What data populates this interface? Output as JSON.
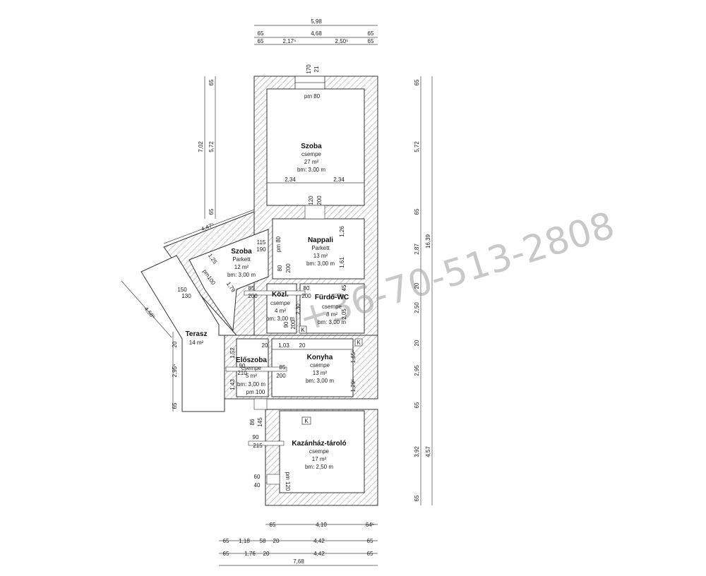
{
  "watermark": "+36-70-513-2808",
  "rooms": {
    "szoba1": {
      "name": "Szoba",
      "floor": "csempe",
      "area": "27 m²",
      "height": "bm: 3,00 m"
    },
    "nappali": {
      "name": "Nappali",
      "floor": "Parkett",
      "area": "13 m²",
      "height": "bm: 3,00 m"
    },
    "szoba2": {
      "name": "Szoba",
      "floor": "Parkett",
      "area": "12 m²",
      "height": "bm: 3,00 m"
    },
    "kozl": {
      "name": "Közl.",
      "floor": "csempe",
      "area": "4 m²",
      "height": "bm: 3,00 m"
    },
    "furdo": {
      "name": "Fürdő-WC",
      "floor": "csempe",
      "area": "8 m²",
      "height": "bm: 3,00 m"
    },
    "terasz": {
      "name": "Terasz",
      "area": "14 m²"
    },
    "eloszoba": {
      "name": "Előszoba",
      "floor": "csempe",
      "area": "5 m²",
      "height": "bm: 3,00 m"
    },
    "konyha": {
      "name": "Konyha",
      "floor": "csempe",
      "area": "13 m²",
      "height": "bm: 3,00 m"
    },
    "kazanhaz": {
      "name": "Kazánház-tároló",
      "floor": "csempe",
      "area": "17 m²",
      "height": "bm: 2,50 m"
    }
  },
  "top_dims": {
    "total": "5,98",
    "row1": [
      "65",
      "4,68",
      "65"
    ],
    "row2": [
      "65",
      "2,17⁵",
      "2,50⁵",
      "65"
    ]
  },
  "bottom_dims": {
    "row1": [
      "65",
      "4,10",
      "64⁵"
    ],
    "row2": [
      "65",
      "1,18",
      "58",
      "20",
      "4,42",
      "65"
    ],
    "row3": [
      "65",
      "1,76",
      "20",
      "4,42",
      "65"
    ],
    "total": "7,68"
  },
  "right_dims": {
    "segments": [
      "65",
      "5,72",
      "65",
      "2,87",
      "20",
      "2,50",
      "20",
      "2,95",
      "65",
      "3,92",
      "65"
    ],
    "total": "16,39",
    "lower": "4,57"
  },
  "left_dims": {
    "outer": "7,02",
    "inner": [
      "65",
      "5,72",
      "65"
    ],
    "diag_top": "4,47⁵",
    "diag_outer": "4,58⁵",
    "terasz_side": [
      "20",
      "2,95⁵",
      "65"
    ],
    "szoba2_side": [
      "1,25",
      "pm100",
      "1,79"
    ]
  },
  "openings": {
    "window_top": [
      "170",
      "21"
    ],
    "pm_top": "pm 80",
    "room1_width": [
      "2,34",
      "2,34"
    ],
    "door_nappali": [
      "120",
      "200"
    ],
    "nappali_side": [
      "1,26",
      "1,61"
    ],
    "door_szoba2": [
      "115",
      "190"
    ],
    "pm_szoba2": "pm 80",
    "door_kozl": [
      "80",
      "200"
    ],
    "szoba2_door": [
      "150",
      "130"
    ],
    "kozl_door_left": [
      "85",
      "200"
    ],
    "kozl_door_right": [
      "80",
      "200"
    ],
    "furdo_side": [
      "45",
      "2,05"
    ],
    "kozl_inner": [
      "2,30",
      "90",
      "200"
    ],
    "konyha_top": [
      "20",
      "1,03",
      "20"
    ],
    "konyha_side": [
      "1,65⁵",
      "1,29⁵"
    ],
    "eloszoba_door": [
      "90",
      "210",
      "85",
      "200"
    ],
    "eloszoba_side": [
      "1,52",
      "1,43"
    ],
    "pm_eloszoba": "pm 100",
    "kazan_side": [
      "86",
      "145"
    ],
    "kazan_door": [
      "90",
      "215"
    ],
    "kazan_window": [
      "60",
      "40"
    ],
    "pm_kazan": "pm 120",
    "k_marks": [
      "K",
      "K",
      "K"
    ]
  }
}
